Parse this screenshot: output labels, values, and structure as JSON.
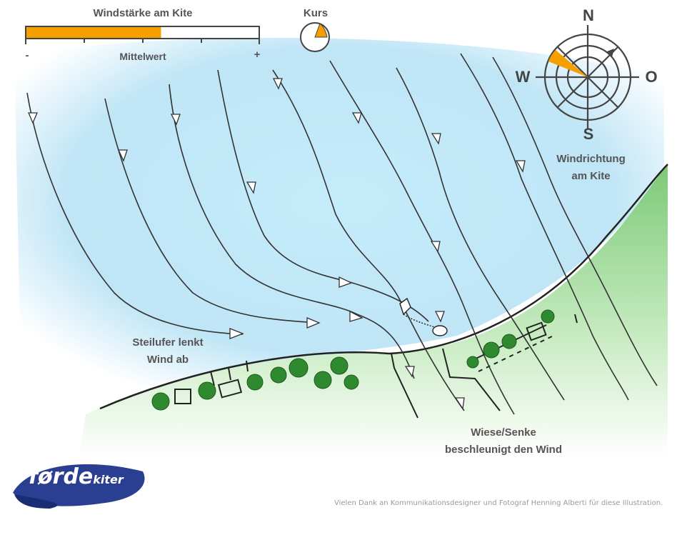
{
  "wind_strength": {
    "title": "Windstärke am Kite",
    "minus": "-",
    "plus": "+",
    "mean_label": "Mittelwert",
    "fill_fraction": 0.58,
    "fill_color": "#f5a000"
  },
  "course": {
    "title": "Kurs",
    "color": "#f5a000"
  },
  "compass": {
    "north": "N",
    "south": "S",
    "west": "W",
    "east": "O",
    "caption_line1": "Windrichtung",
    "caption_line2": "am Kite",
    "wind_color": "#f5a000"
  },
  "annotations": {
    "steep_shore_line1": "Steilufer lenkt",
    "steep_shore_line2": "Wind ab",
    "meadow_line1": "Wiese/Senke",
    "meadow_line2": "beschleunigt den Wind"
  },
  "logo": {
    "main": "førde",
    "suffix": "kiter"
  },
  "credit": "Vielen Dank an Kommunikationsdesigner und Fotograf Henning Alberti für diese Illustration.",
  "colors": {
    "water": "#bfe6f7",
    "land": "#8fd08a",
    "tree": "#2f8a2f",
    "line": "#333333"
  }
}
